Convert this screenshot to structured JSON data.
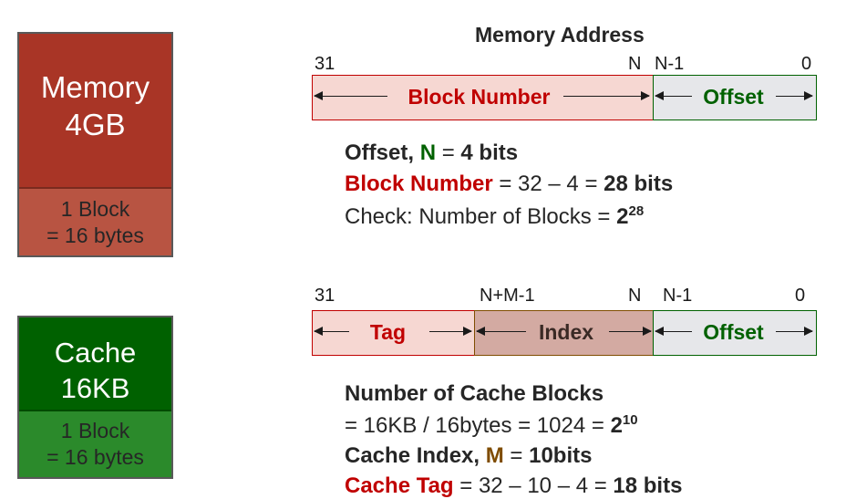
{
  "memory_box": {
    "title1": "Memory",
    "title2": "4GB",
    "block1": "1 Block",
    "block2": "= 16 bytes"
  },
  "cache_box": {
    "title1": "Cache",
    "title2": "16KB",
    "block1": "1 Block",
    "block2": "= 16 bytes"
  },
  "address1": {
    "title": "Memory Address",
    "bit_31": "31",
    "bit_N": "N",
    "bit_N_minus_1": "N-1",
    "bit_0": "0",
    "field_block_number": "Block Number",
    "field_offset": "Offset"
  },
  "calc1": {
    "line1_a": "Offset, ",
    "line1_b": "N",
    "line1_c": " = ",
    "line1_d": "4 bits",
    "line2_a": "Block Number",
    "line2_b": " = 32 – 4 = ",
    "line2_c": "28 bits",
    "line3_a": "Check: Number of Blocks = ",
    "line3_b": "2",
    "line3_sup": "28"
  },
  "address2": {
    "bit_31": "31",
    "bit_NM": "N+M-1",
    "bit_N": "N",
    "bit_N_minus_1": "N-1",
    "bit_0": "0",
    "field_tag": "Tag",
    "field_index": "Index",
    "field_offset": "Offset"
  },
  "calc2": {
    "line1": "Number of Cache Blocks",
    "line2_a": "= 16KB / 16bytes = 1024 = ",
    "line2_b": "2",
    "line2_sup": "10",
    "line3_a": "Cache Index, ",
    "line3_b": "M",
    "line3_c": " = ",
    "line3_d": "10bits",
    "line4_a": "Cache Tag",
    "line4_b": " = 32 – 10 – 4 = ",
    "line4_c": "18 bits"
  },
  "colors": {
    "memory_top": "#a93526",
    "memory_bottom": "#b85442",
    "cache_top": "#006100",
    "cache_bottom": "#2b8a2b",
    "red": "#c00000",
    "green": "#006100",
    "brown": "#7f4c00",
    "field_pink": "#f6d7d2",
    "field_gray": "#e6e7ea",
    "field_index": "#d3aaa2"
  }
}
